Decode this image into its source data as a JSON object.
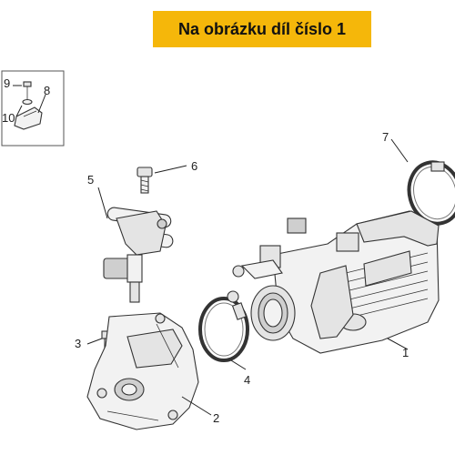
{
  "banner": {
    "text": "Na obrázku díl číslo 1",
    "color": "#f5b70a"
  },
  "callouts": [
    {
      "id": "1",
      "label": "1"
    },
    {
      "id": "2",
      "label": "2"
    },
    {
      "id": "3",
      "label": "3"
    },
    {
      "id": "4",
      "label": "4"
    },
    {
      "id": "5",
      "label": "5"
    },
    {
      "id": "6",
      "label": "6"
    },
    {
      "id": "7",
      "label": "7"
    },
    {
      "id": "8",
      "label": "8"
    },
    {
      "id": "9",
      "label": "9"
    },
    {
      "id": "10",
      "label": "10"
    }
  ]
}
